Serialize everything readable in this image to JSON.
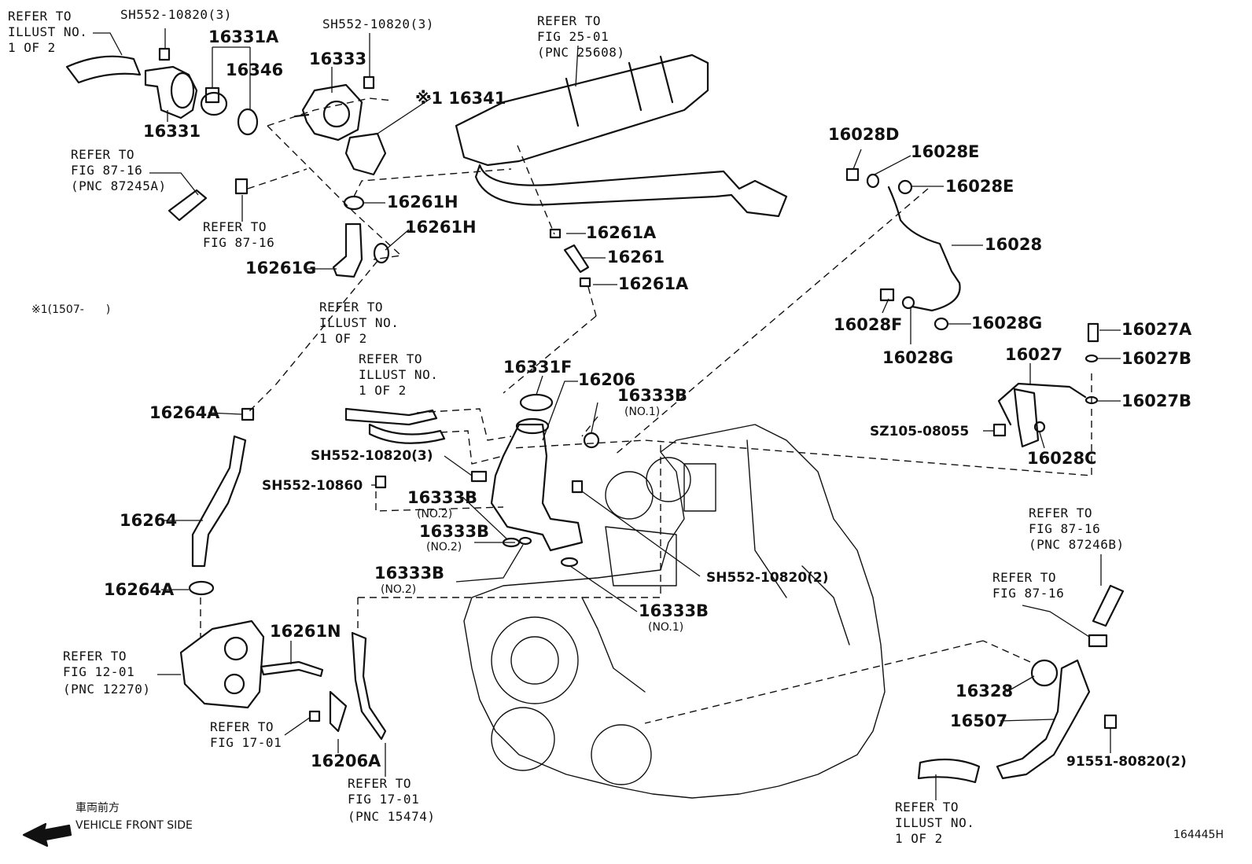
{
  "labels": {
    "refer_illust_top_left": [
      "REFER TO",
      "ILLUST NO.",
      "1 OF 2"
    ],
    "sh552_10820_3_a": "SH552-10820(3)",
    "p16331A": "16331A",
    "p16346": "16346",
    "p16331": "16331",
    "sh552_10820_3_b": "SH552-10820(3)",
    "p16333": "16333",
    "p16341": "※1 16341",
    "refer_fig25": [
      "REFER TO",
      "FIG 25-01",
      "(PNC 25608)"
    ],
    "refer_fig8716_a": [
      "REFER TO",
      "FIG 87-16",
      "(PNC 87245A)"
    ],
    "refer_fig8716_b": [
      "REFER TO",
      "FIG 87-16"
    ],
    "p16261H_a": "16261H",
    "p16261H_b": "16261H",
    "p16261G": "16261G",
    "p16261A_a": "16261A",
    "p16261": "16261",
    "p16261A_b": "16261A",
    "p16028D": "16028D",
    "p16028E_a": "16028E",
    "p16028E_b": "16028E",
    "p16028": "16028",
    "p16028F": "16028F",
    "p16028G_a": "16028G",
    "p16028G_b": "16028G",
    "p16027A": "16027A",
    "p16027": "16027",
    "p16027B_a": "16027B",
    "p16027B_b": "16027B",
    "sz105": "SZ105-08055",
    "p16028C": "16028C",
    "note1": "※1(1507-　　)",
    "refer_illust_mid_a": [
      "REFER TO",
      "ILLUST NO.",
      "1 OF 2"
    ],
    "refer_illust_mid_b": [
      "REFER TO",
      "ILLUST NO.",
      "1 OF 2"
    ],
    "p16331F": "16331F",
    "p16206": "16206",
    "p16333B_no1_a": "16333B",
    "no1_a": "(NO.1)",
    "p16264A_a": "16264A",
    "sh552_10820_3_c": "SH552-10820(3)",
    "sh552_10860": "SH552-10860",
    "p16333B_no2_a": "16333B",
    "no2_a": "(NO.2)",
    "p16333B_no2_b": "16333B",
    "no2_b": "(NO.2)",
    "p16264": "16264",
    "p16333B_no2_c": "16333B",
    "no2_c": "(NO.2)",
    "sh552_10820_2": "SH552-10820(2)",
    "p16264A_b": "16264A",
    "p16333B_no1_b": "16333B",
    "no1_b": "(NO.1)",
    "refer_fig8716_c": [
      "REFER TO",
      "FIG 87-16",
      "(PNC 87246B)"
    ],
    "refer_fig8716_d": [
      "REFER TO",
      "FIG 87-16"
    ],
    "refer_fig1201": [
      "REFER TO",
      "FIG 12-01",
      "(PNC 12270)"
    ],
    "p16261N": "16261N",
    "p16328": "16328",
    "p16507": "16507",
    "refer_fig1701_a": [
      "REFER TO",
      "FIG 17-01"
    ],
    "p16206A": "16206A",
    "refer_fig1701_b": [
      "REFER TO",
      "FIG 17-01",
      "(PNC 15474)"
    ],
    "p91551": "91551-80820(2)",
    "refer_illust_bottom": [
      "REFER TO",
      "ILLUST NO.",
      "1 OF 2"
    ],
    "front_jp": "車両前方",
    "front_en": "VEHICLE FRONT SIDE",
    "diagram_code": "164445H"
  }
}
